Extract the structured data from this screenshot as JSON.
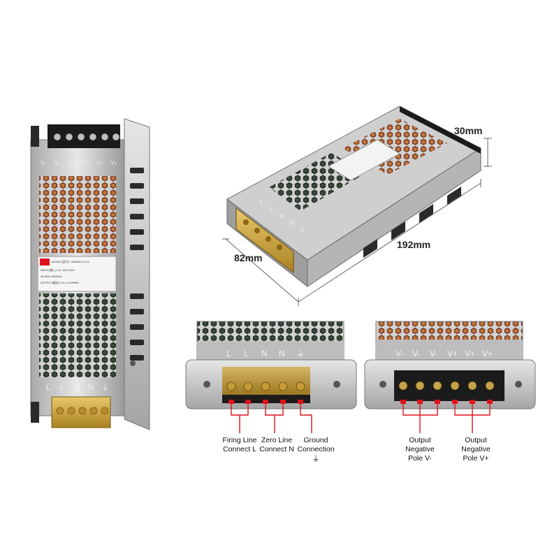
{
  "dimensions": {
    "height": "30mm",
    "length": "192mm",
    "width": "82mm"
  },
  "input_terminal_labels": [
    "L",
    "L",
    "N",
    "N",
    "⏚"
  ],
  "output_terminal_labels": [
    "V-",
    "V-",
    "V-",
    "V+",
    "V+",
    "V+"
  ],
  "callouts": {
    "firing_line": [
      "Firing Line",
      "Connect L"
    ],
    "zero_line": [
      "Zero Line",
      "Connect N"
    ],
    "ground": [
      "Ground",
      "Connection",
      "⏚"
    ],
    "output_negative": [
      "Output",
      "Negative",
      "Pole V-"
    ],
    "output_positive": [
      "Output",
      "Negative",
      "Pole V+"
    ]
  },
  "label_sticker": {
    "model": "MODEL(型号): HN300C4.2-01",
    "input": "INPUT(输入): AC 200-240V",
    "input_current": "4A MAX 50/60Hz",
    "output": "OUTPUT(输出): DC 4.2V⎓50A"
  },
  "colors": {
    "accent_red": "#e0121b",
    "chassis": "#c9c9c9",
    "terminal_block": "#1b1b1b",
    "cover_yellow": "#d9b44a"
  }
}
